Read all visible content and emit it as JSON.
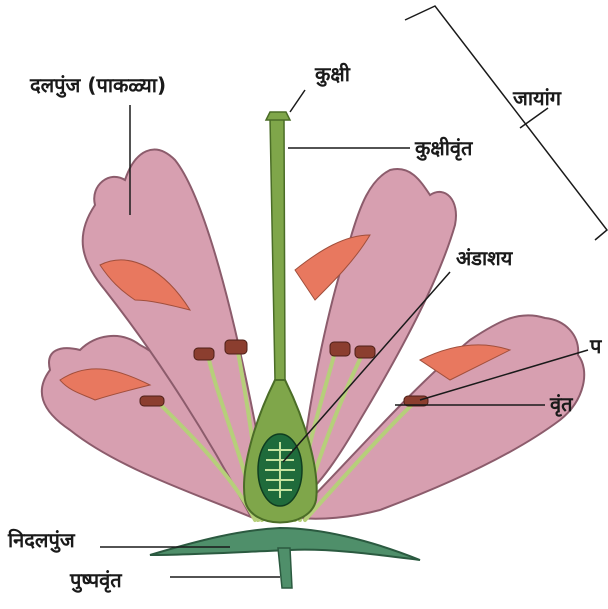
{
  "labels": {
    "petals": "दलपुंज (पाकळ्या)",
    "stigma": "कुक्षी",
    "style": "कुक्षीवृंत",
    "gynoecium": "जायांग",
    "ovary": "अंडाशय",
    "anther": "प",
    "filament": "वृंत",
    "sepals": "निदलपुंज",
    "pedicel": "पुष्पवृंत"
  },
  "colors": {
    "petal": "#d79fb0",
    "petal_edge": "#8c5c6c",
    "petal_inner": "#e8785f",
    "stamen_filament": "#b6cf7a",
    "anther": "#8b3e2f",
    "pistil": "#7fa64a",
    "ovary": "#1f6b3b",
    "sepal": "#4f8f6a",
    "line": "#1a1a1a"
  }
}
